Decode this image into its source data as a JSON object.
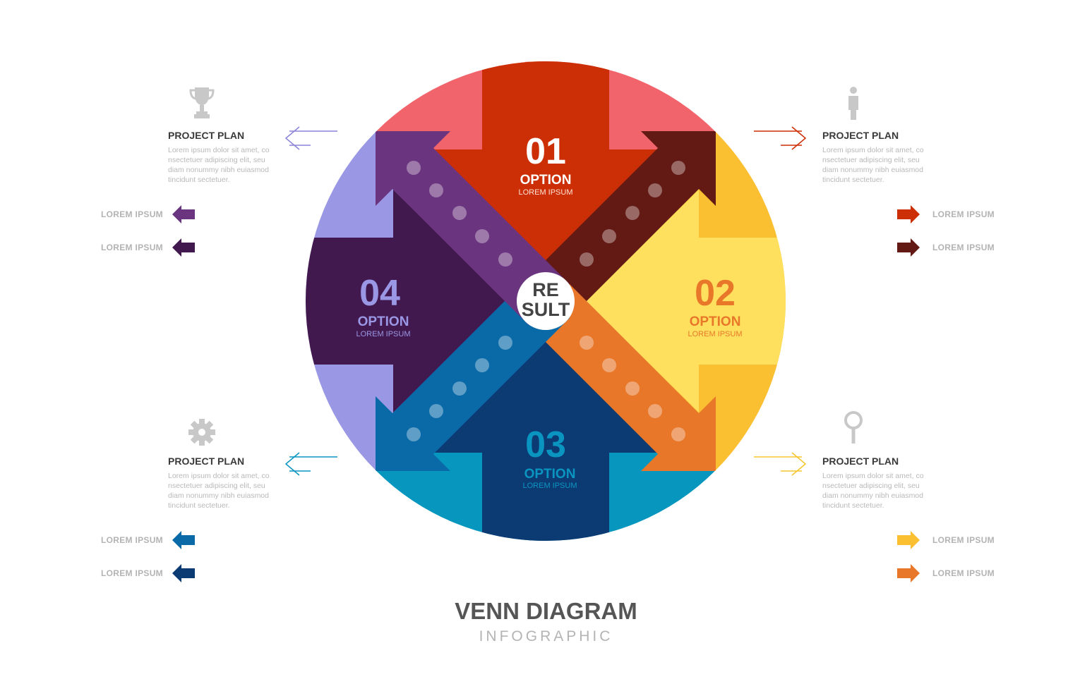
{
  "center": {
    "line1": "RE",
    "line2": "SULT"
  },
  "options": [
    {
      "number": "01",
      "label": "OPTION",
      "sub": "LOREM IPSUM",
      "color": "#cc2f05"
    },
    {
      "number": "02",
      "label": "OPTION",
      "sub": "LOREM IPSUM",
      "color": "#e8772a"
    },
    {
      "number": "03",
      "label": "OPTION",
      "sub": "LOREM IPSUM",
      "color": "#0a95c1"
    },
    {
      "number": "04",
      "label": "OPTION",
      "sub": "LOREM IPSUM",
      "color": "#9a97e4"
    }
  ],
  "panels": {
    "top_left": {
      "title": "PROJECT PLAN",
      "icon": "trophy-icon",
      "body": "Lorem ipsum dolor sit amet, co nsectetuer adipiscing elit, seu diam nonummy nibh euiasmod tincidunt sectetuer."
    },
    "top_right": {
      "title": "PROJECT PLAN",
      "icon": "person-icon",
      "body": "Lorem ipsum dolor sit amet, co nsectetuer adipiscing elit, seu diam nonummy nibh euiasmod tincidunt sectetuer."
    },
    "bottom_left": {
      "title": "PROJECT PLAN",
      "icon": "gear-icon",
      "body": "Lorem ipsum dolor sit amet, co nsectetuer adipiscing elit, seu diam nonummy nibh euiasmod tincidunt sectetuer."
    },
    "bottom_right": {
      "title": "PROJECT PLAN",
      "icon": "magnifier-icon",
      "body": "Lorem ipsum dolor sit amet, co nsectetuer adipiscing elit, seu diam nonummy nibh euiasmod tincidunt sectetuer."
    }
  },
  "tags": {
    "top_left_1": "LOREM IPSUM",
    "top_left_2": "LOREM IPSUM",
    "top_right_1": "LOREM IPSUM",
    "top_right_2": "LOREM IPSUM",
    "bottom_left_1": "LOREM IPSUM",
    "bottom_left_2": "LOREM IPSUM",
    "bottom_right_1": "LOREM IPSUM",
    "bottom_right_2": "LOREM IPSUM"
  },
  "footer": {
    "title": "VENN DIAGRAM",
    "subtitle": "INFOGRAPHIC"
  },
  "colors": {
    "quad_top": "#f1646b",
    "quad_right": "#fbbf32",
    "quad_bottom": "#0797be",
    "quad_left": "#9a97e4",
    "arrow_top": "#cc2f05",
    "arrow_right": "#ffe05e",
    "arrow_bottom": "#0c3a72",
    "arrow_left": "#42194f",
    "diag_tr": "#631a15",
    "diag_br": "#e8772a",
    "diag_bl": "#0a6aa8",
    "diag_tl": "#6a347f",
    "text_icon_grey": "#c8c8c8"
  }
}
